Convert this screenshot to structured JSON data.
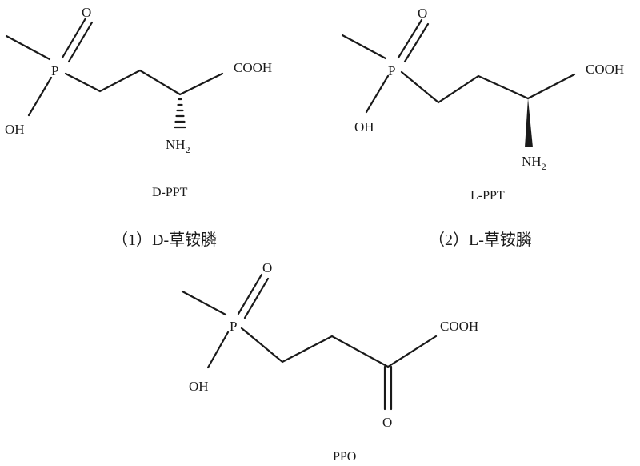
{
  "atoms": {
    "o": "O",
    "p": "P",
    "oh": "OH",
    "cooh": "COOH",
    "nh": "NH",
    "nh_sub": "2"
  },
  "molecules": [
    {
      "id": "d-ppt",
      "name": "D-PPT",
      "caption": "（1）D-草铵膦",
      "stereo": "hashed"
    },
    {
      "id": "l-ppt",
      "name": "L-PPT",
      "caption": "（2）L-草铵膦",
      "stereo": "wedge"
    },
    {
      "id": "ppo",
      "name": "PPO",
      "caption": ""
    }
  ]
}
